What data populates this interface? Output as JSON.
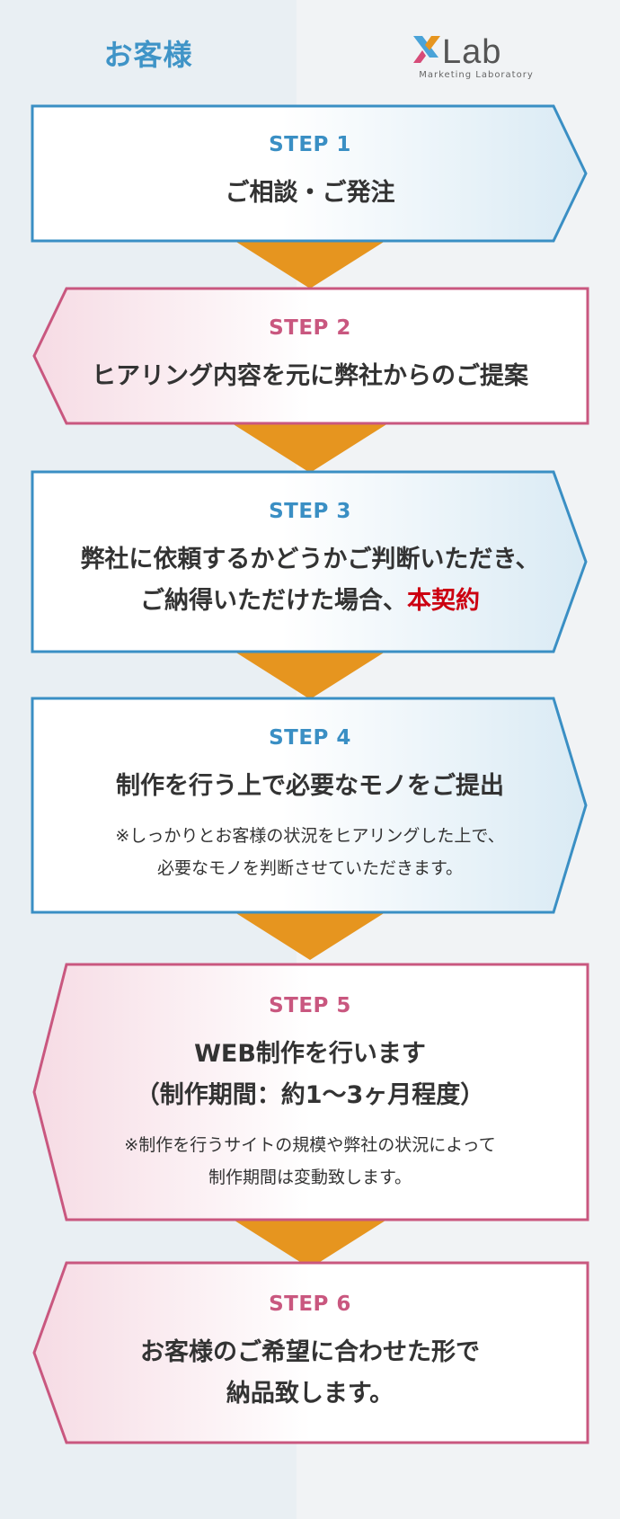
{
  "header": {
    "customer_label": "お客様",
    "logo_text": "XLab",
    "logo_sub": "Marketing Laboratory"
  },
  "colors": {
    "blue": "#3a8fc4",
    "pink": "#c9577f",
    "arrow": "#e6951f",
    "emphasis": "#cc0011"
  },
  "steps": [
    {
      "label": "STEP 1",
      "title": "ご相談・ご発注"
    },
    {
      "label": "STEP 2",
      "title": "ヒアリング内容を元に弊社からのご提案"
    },
    {
      "label": "STEP 3",
      "title_line1": "弊社に依頼するかどうかご判断いただき、",
      "title_line2a": "ご納得いただけた場合、",
      "title_line2b": "本契約"
    },
    {
      "label": "STEP 4",
      "title": "制作を行う上で必要なモノをご提出",
      "note_line1": "※しっかりとお客様の状況をヒアリングした上で、",
      "note_line2": "必要なモノを判断させていただきます。"
    },
    {
      "label": "STEP 5",
      "title_line1": "WEB制作を行います",
      "title_line2": "（制作期間：約1〜3ヶ月程度）",
      "note_line1": "※制作を行うサイトの規模や弊社の状況によって",
      "note_line2": "制作期間は変動致します。"
    },
    {
      "label": "STEP 6",
      "title_line1": "お客様のご希望に合わせた形で",
      "title_line2": "納品致します。"
    }
  ]
}
